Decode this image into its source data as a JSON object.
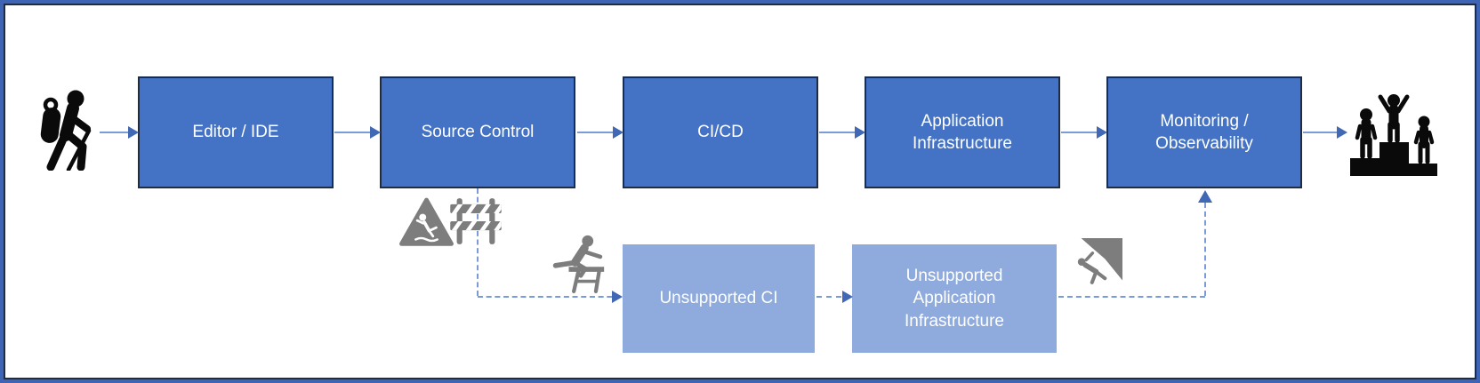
{
  "diagram": {
    "kind": "devops-pipeline-flowchart",
    "flow": {
      "main": [
        {
          "label": "Editor / IDE"
        },
        {
          "label": "Source Control"
        },
        {
          "label": "CI/CD"
        },
        {
          "label": "Application Infrastructure"
        },
        {
          "label": "Monitoring / Observability"
        }
      ],
      "unsupported": [
        {
          "label": "Unsupported CI"
        },
        {
          "label": "Unsupported Application Infrastructure"
        }
      ]
    },
    "edges": [
      {
        "from": "hiker",
        "to": "Editor / IDE",
        "style": "solid"
      },
      {
        "from": "Editor / IDE",
        "to": "Source Control",
        "style": "solid"
      },
      {
        "from": "Source Control",
        "to": "CI/CD",
        "style": "solid"
      },
      {
        "from": "CI/CD",
        "to": "Application Infrastructure",
        "style": "solid"
      },
      {
        "from": "Application Infrastructure",
        "to": "Monitoring / Observability",
        "style": "solid"
      },
      {
        "from": "Monitoring / Observability",
        "to": "winners-podium",
        "style": "solid"
      },
      {
        "from": "Source Control",
        "to": "Unsupported CI",
        "style": "dashed"
      },
      {
        "from": "Unsupported CI",
        "to": "Unsupported Application Infrastructure",
        "style": "dashed"
      },
      {
        "from": "Unsupported Application Infrastructure",
        "to": "Monitoring / Observability",
        "style": "dashed"
      }
    ],
    "icons": [
      {
        "name": "hiker-icon"
      },
      {
        "name": "slip-warning-icon"
      },
      {
        "name": "roadblock-barrier-icon"
      },
      {
        "name": "hurdle-runner-icon"
      },
      {
        "name": "falling-climber-icon"
      },
      {
        "name": "winners-podium-icon"
      }
    ],
    "colors": {
      "box_fill": "#4472C4",
      "box_border": "#1B2D4F",
      "unsupported_box_fill": "#8FAADC",
      "connector_line": "#7B9AD8",
      "arrowhead": "#4068B4",
      "icon_gray": "#7D7D7D",
      "icon_black": "#0A0A0A",
      "frame_blue": "#3D64B5",
      "text": "#FFFFFF"
    }
  }
}
